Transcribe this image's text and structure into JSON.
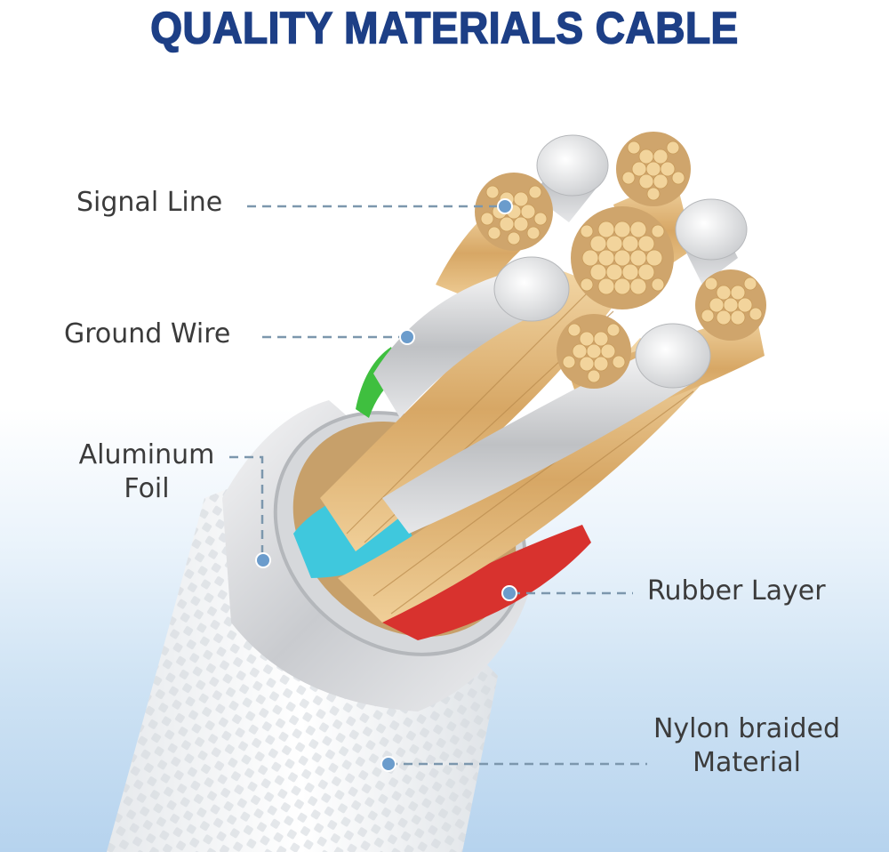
{
  "title": "QUALITY MATERIALS CABLE",
  "labels": {
    "signal_line": "Signal Line",
    "ground_wire": "Ground Wire",
    "aluminum_foil_line1": "Aluminum",
    "aluminum_foil_line2": "Foil",
    "rubber_layer": "Rubber Layer",
    "nylon_line1": "Nylon braided",
    "nylon_line2": "Material"
  },
  "colors": {
    "title": "#1d3f86",
    "label_text": "#3b3b3b",
    "leader_line": "#7c97ad",
    "leader_dot": "#6b9ccc",
    "copper": "#e9c48a",
    "silver": "#d9d9db",
    "cyan": "#3fc8dd",
    "green": "#3fbf3f",
    "red": "#d8322e",
    "braid": "#f2f4f6"
  }
}
